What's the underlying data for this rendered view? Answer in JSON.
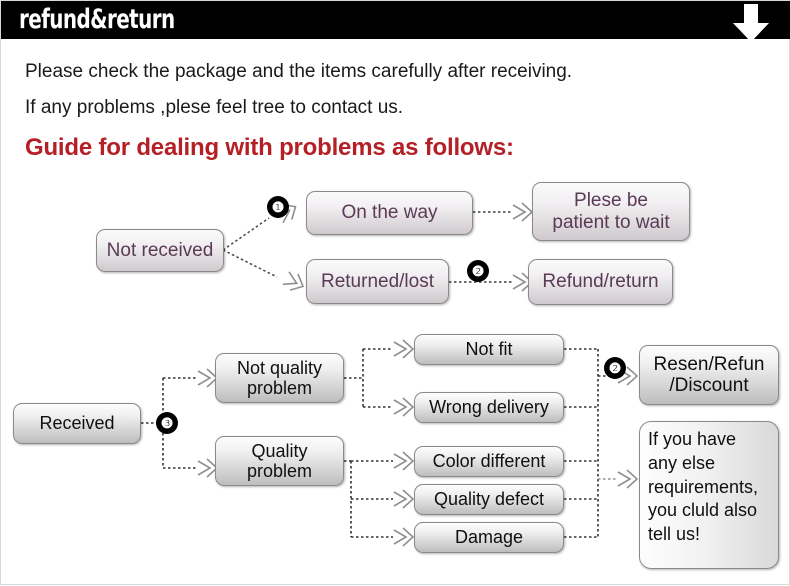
{
  "header": {
    "title": "refund&return",
    "arrow_icon": "arrow-down-icon",
    "background": "#000000",
    "text_color": "#ffffff"
  },
  "intro": {
    "line1": "Please check the package and the items carefully after receiving.",
    "line2": "If any problems ,plese feel tree to contact us.",
    "guide_title": "Guide for dealing with problems as follows:",
    "guide_color": "#b42025"
  },
  "flow_top": {
    "start": "Not received",
    "badge1": "❶",
    "badge2": "❷",
    "branch_a": "On the way",
    "branch_b": "Returned/lost",
    "result_a": "Plese be\npatient to wait",
    "result_a_line1": "Plese be",
    "result_a_line2": "patient to wait",
    "result_b": "Refund/return",
    "text_color": "#5a3a56"
  },
  "flow_bottom": {
    "start": "Received",
    "badge3": "❸",
    "badge2": "❷",
    "branch_a_line1": "Not quality",
    "branch_a_line2": "problem",
    "branch_b_line1": "Quality",
    "branch_b_line2": "problem",
    "leaves": [
      "Not fit",
      "Wrong delivery",
      "Color different",
      "Quality defect",
      "Damage"
    ],
    "result_line1": "Resen/Refun",
    "result_line2": "/Discount",
    "note": "If you have any else requirements, you cluld also tell us!",
    "note_lines": [
      "If you have",
      "any else",
      "requirements,",
      "you cluld also",
      "tell us!"
    ],
    "text_color": "#101010"
  }
}
